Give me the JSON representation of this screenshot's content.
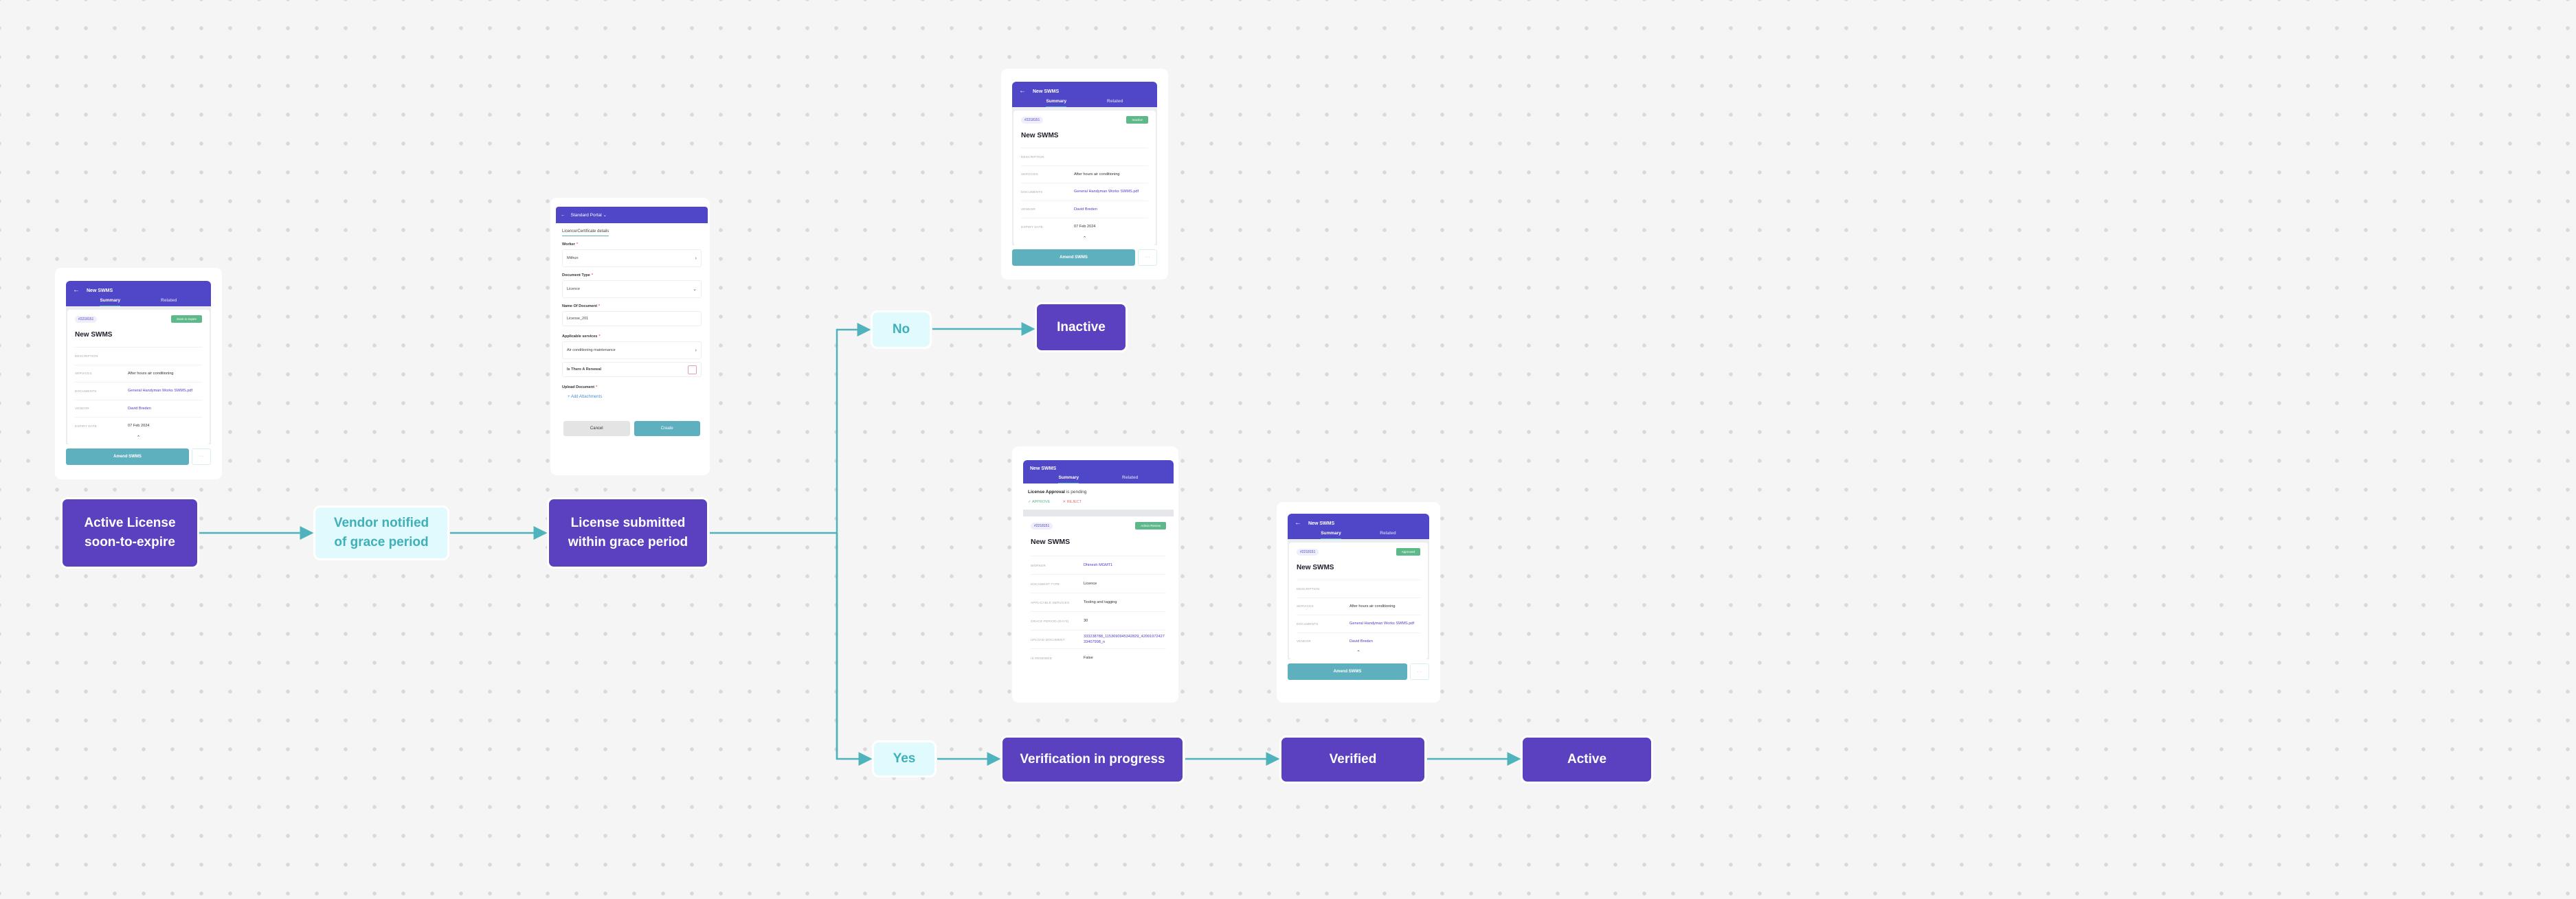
{
  "flow": {
    "active_soon": "Active License\nsoon-to-expire",
    "vendor_notified": "Vendor notified\nof grace period",
    "license_submitted": "License submitted\nwithin grace period",
    "no": "No",
    "inactive": "Inactive",
    "yes": "Yes",
    "verification": "Verification in progress",
    "verified": "Verified",
    "active": "Active"
  },
  "colors": {
    "primary": "#5b41c0",
    "accent": "#4fb3bd",
    "light_node": "#e0fafd",
    "badge": "#5db88a"
  },
  "screens": {
    "soon": {
      "header_title": "New SWMS",
      "tabs": [
        "Summary",
        "Related"
      ],
      "id": "#2218151",
      "badge": "Soon to expire",
      "title": "New SWMS",
      "rows": [
        {
          "label": "DESCRIPTION",
          "value": ""
        },
        {
          "label": "SERVICES",
          "value": "After hours air conditioning"
        },
        {
          "label": "DOCUMENTS",
          "value": "General Handyman Works SWMS.pdf",
          "link": true
        },
        {
          "label": "VENDOR",
          "value": "David Breden",
          "link": true
        },
        {
          "label": "EXPIRY DATE",
          "value": "07 Feb 2024"
        }
      ],
      "amend_label": "Amend SWMS",
      "more_label": "···"
    },
    "inactive": {
      "header_title": "New SWMS",
      "tabs": [
        "Summary",
        "Related"
      ],
      "id": "#2218151",
      "badge": "Inactive",
      "title": "New SWMS",
      "rows": [
        {
          "label": "DESCRIPTION",
          "value": ""
        },
        {
          "label": "SERVICES",
          "value": "After hours air conditioning"
        },
        {
          "label": "DOCUMENTS",
          "value": "General Handyman Works SWMS.pdf",
          "link": true
        },
        {
          "label": "VENDOR",
          "value": "David Breden",
          "link": true
        },
        {
          "label": "EXPIRY DATE",
          "value": "07 Feb 2024"
        }
      ],
      "amend_label": "Amend SWMS",
      "more_label": "···"
    },
    "approved": {
      "header_title": "New SWMS",
      "tabs": [
        "Summary",
        "Related"
      ],
      "id": "#2218151",
      "badge": "Approved",
      "title": "New SWMS",
      "rows": [
        {
          "label": "DESCRIPTION",
          "value": ""
        },
        {
          "label": "SERVICES",
          "value": "After hours air conditioning"
        },
        {
          "label": "DOCUMENTS",
          "value": "General Handyman Works SWMS.pdf",
          "link": true
        },
        {
          "label": "VENDOR",
          "value": "David Breden",
          "link": true
        }
      ],
      "amend_label": "Amend SWMS",
      "more_label": "···"
    },
    "pending": {
      "header_title": "New SWMS",
      "tabs": [
        "Summary",
        "Related"
      ],
      "pending_strong": "License Approval",
      "pending_rest": " is pending",
      "approve": "APPROVE",
      "reject": "REJECT",
      "id": "#2218151",
      "badge": "Admin Review",
      "title": "New SWMS",
      "rows": [
        {
          "label": "WORKER",
          "value": "Dhinesh MGMT1",
          "link": true
        },
        {
          "label": "DOCUMENT TYPE",
          "value": "Licence"
        },
        {
          "label": "APPLICABLE SERVICES",
          "value": "Testing and tagging"
        },
        {
          "label": "GRACE PERIOD (DAYS)",
          "value": "30"
        },
        {
          "label": "UPLOAD DOCUMENT",
          "value": "333238788_1153690945342829_4209197242733407998_n",
          "link": true
        },
        {
          "label": "IS RENEWED",
          "value": "False"
        }
      ]
    },
    "form": {
      "header_title": "Standard Portal",
      "section": "Licence/Certificate details",
      "worker_label": "Worker",
      "worker_value": "Mithun",
      "doctype_label": "Document Type",
      "doctype_value": "Licence",
      "docname_label": "Name Of Document",
      "docname_value": "License_201",
      "services_label": "Applicable services",
      "services_value": "Air conditioning maintenance",
      "renewal_label": "Is There A Renewal",
      "upload_label": "Upload Document",
      "add_attachments": "+ Add Attachments",
      "required_mark": "*",
      "cancel": "Cancel",
      "create": "Create"
    }
  }
}
